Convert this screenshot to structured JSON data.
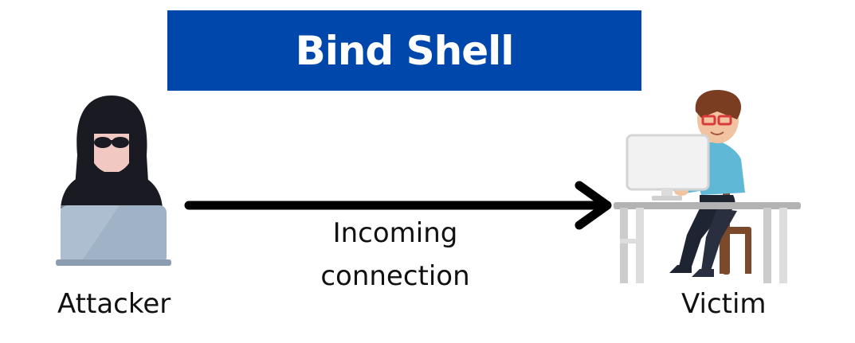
{
  "title": "Bind Shell",
  "attacker": {
    "label": "Attacker"
  },
  "victim": {
    "label": "Victim"
  },
  "connection": {
    "line1": "Incoming",
    "line2": "connection"
  },
  "colors": {
    "banner": "#0047ab",
    "arrow": "#000000",
    "hood": "#1a1a22",
    "laptop": "#9fb2c6",
    "shirt": "#5fb8d6",
    "desk": "#b3b3b3",
    "chair": "#7a4a2a"
  }
}
